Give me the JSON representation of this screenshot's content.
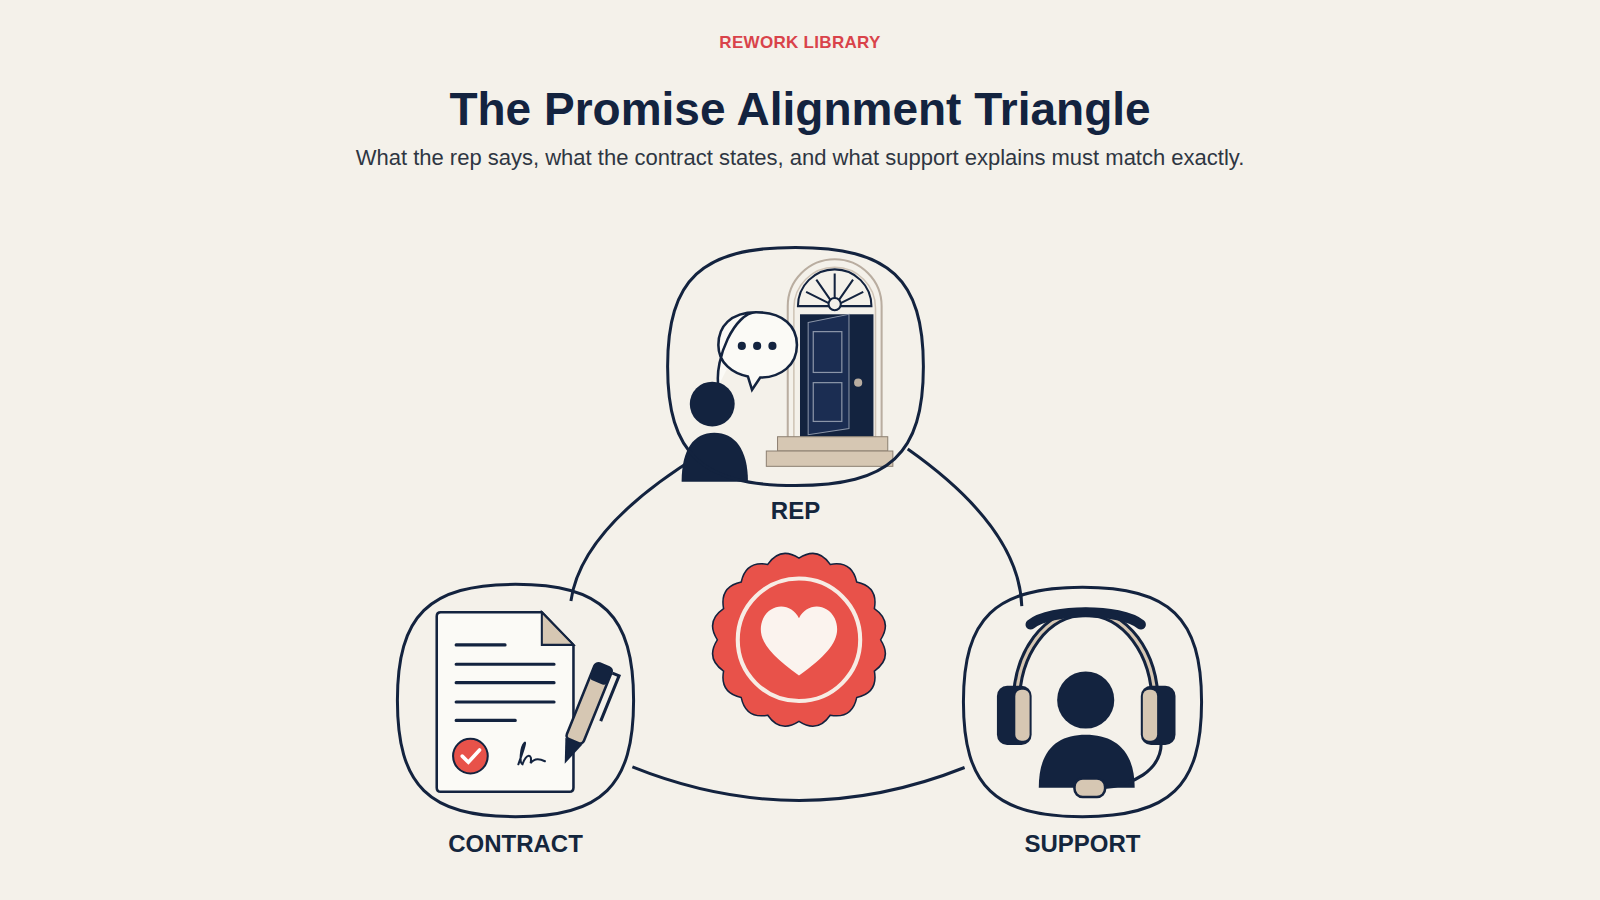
{
  "diagram": {
    "title": "The Promise Alignment Triangle",
    "caption": "What the rep says, what the contract states, and what support explains must match exactly.",
    "nodes": [
      {
        "text": [
          "REP"
        ]
      },
      {
        "text": [
          "CONTRACT"
        ]
      },
      {
        "text": [
          "SUPPORT"
        ]
      }
    ],
    "edges": [
      {
        "from": 0,
        "to": 1,
        "arrow": "none"
      },
      {
        "from": 0,
        "to": 2,
        "arrow": "none"
      },
      {
        "from": 1,
        "to": 2,
        "arrow": "none"
      }
    ],
    "labels": [
      "REWORK LIBRARY"
    ]
  }
}
